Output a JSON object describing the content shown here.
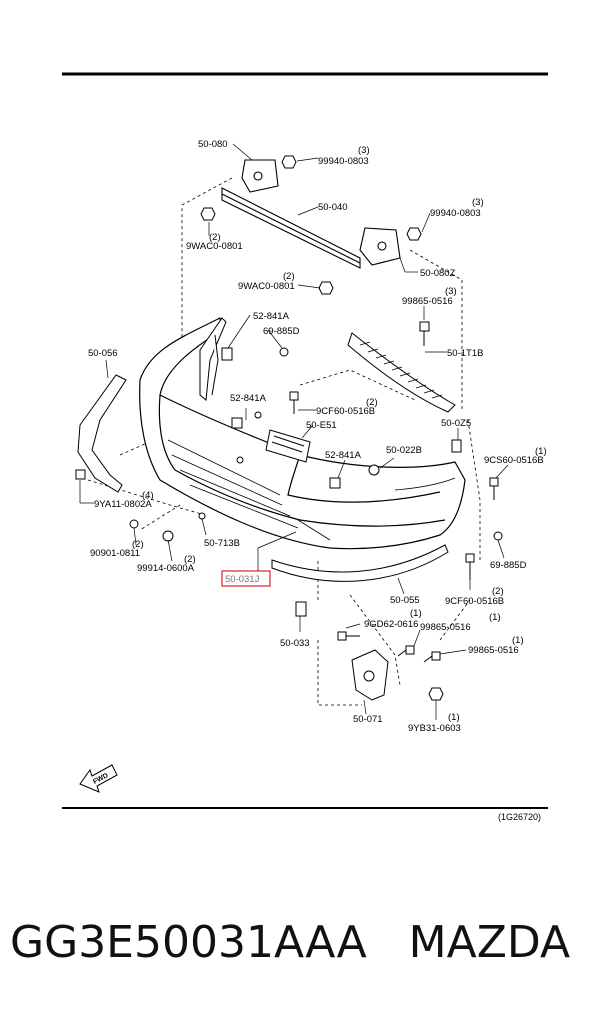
{
  "caption": "GG3E50031AAA   MAZDA",
  "diagram_id": "(1G26720)",
  "fwd_label": "FWD",
  "highlight_color": "#e0202a",
  "parts": {
    "p50_080": "50-080",
    "p99940_0803_a": "99940-0803",
    "p99940_0803_a_qty": "(3)",
    "p50_040": "50-040",
    "p99940_0803_b": "99940-0803",
    "p99940_0803_b_qty": "(3)",
    "p9wac0_0801_a": "9WAC0-0801",
    "p9wac0_0801_a_qty": "(2)",
    "p9wac0_0801_b": "9WAC0-0801",
    "p9wac0_0801_b_qty": "(2)",
    "p50_080z": "50-080Z",
    "p99865_0516_a": "99865-0516",
    "p99865_0516_a_qty": "(3)",
    "p52_841a_a": "52-841A",
    "p69_885d_a": "69-885D",
    "p50_056": "50-056",
    "p50_1t1b": "50-1T1B",
    "p52_841a_b": "52-841A",
    "p9cf60_0516b_a": "9CF60-0516B",
    "p9cf60_0516b_a_qty": "(2)",
    "p50_e51": "50-E51",
    "p50_0z5": "50-0Z5",
    "p52_841a_c": "52-841A",
    "p50_022b": "50-022B",
    "p9cs60_0516b": "9CS60-0516B",
    "p9cs60_0516b_qty": "(1)",
    "p9ya11_0802a": "9YA11-0802A",
    "p9ya11_0802a_qty": "(4)",
    "p90901_0811": "90901-0811",
    "p90901_0811_qty": "(2)",
    "p50_713b": "50-713B",
    "p99914_0600a": "99914-0600A",
    "p99914_0600a_qty": "(2)",
    "p50_031j": "50-031J",
    "p69_885d_b": "69-885D",
    "p50_055": "50-055",
    "p9cf60_0516b_b": "9CF60-0516B",
    "p9cf60_0516b_b_qty": "(2)",
    "p9gd62_0616": "9GD62-0616",
    "p9gd62_0616_qty": "(1)",
    "p99865_0516_b": "99865-0516",
    "p99865_0516_b_qty": "(1)",
    "p99865_0516_c": "99865-0516",
    "p99865_0516_c_qty": "(1)",
    "p50_033": "50-033",
    "p50_071": "50-071",
    "p9yb31_0603": "9YB31-0603",
    "p9yb31_0603_qty": "(1)"
  }
}
